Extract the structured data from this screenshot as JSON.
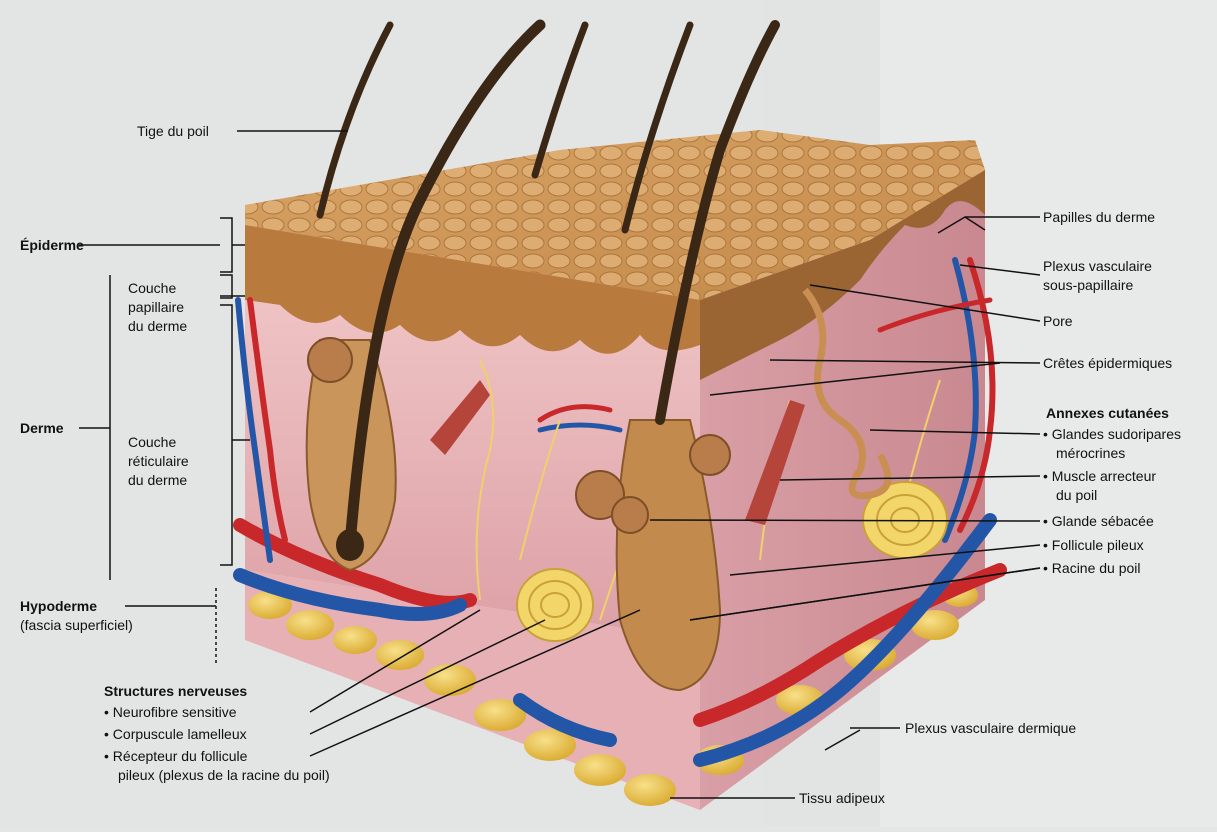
{
  "left_labels": {
    "tige": "Tige du poil",
    "epiderme": "Épiderme",
    "couche_papillaire": [
      "Couche",
      "papillaire",
      "du derme"
    ],
    "derme": "Derme",
    "couche_reticulaire": [
      "Couche",
      "réticulaire",
      "du derme"
    ],
    "hypoderme": "Hypoderme",
    "fascia": "(fascia superficiel)"
  },
  "right_labels": {
    "papilles": "Papilles du derme",
    "plexus_sous_papillaire": [
      "Plexus vasculaire",
      "sous-papillaire"
    ],
    "pore": "Pore",
    "cretes": "Crêtes épidermiques",
    "annexes_title": "Annexes cutanées",
    "glandes_sudoripares": [
      "• Glandes sudoripares",
      "mérocrines"
    ],
    "muscle": [
      "• Muscle arrecteur",
      "du poil"
    ],
    "glande_sebacee": "• Glande sébacée",
    "follicule": "• Follicule pileux",
    "racine": "• Racine du poil"
  },
  "nerve_labels": {
    "title": "Structures nerveuses",
    "items": [
      "• Neurofibre sensitive",
      "• Corpuscule lamelleux",
      "• Récepteur du follicule",
      "pileux (plexus de la racine du poil)"
    ]
  },
  "bottom_labels": {
    "plexus_dermique": "Plexus vasculaire dermique",
    "tissu_adipeux": "Tissu adipeux"
  },
  "colors": {
    "background": "#e4e6e5",
    "epidermis": "#c98f52",
    "dermis": "#e8b6b8",
    "artery": "#c8282a",
    "vein": "#2456a8",
    "fat": "#e8c34a",
    "hair": "#3b2716",
    "nerve": "#f0d06a"
  }
}
